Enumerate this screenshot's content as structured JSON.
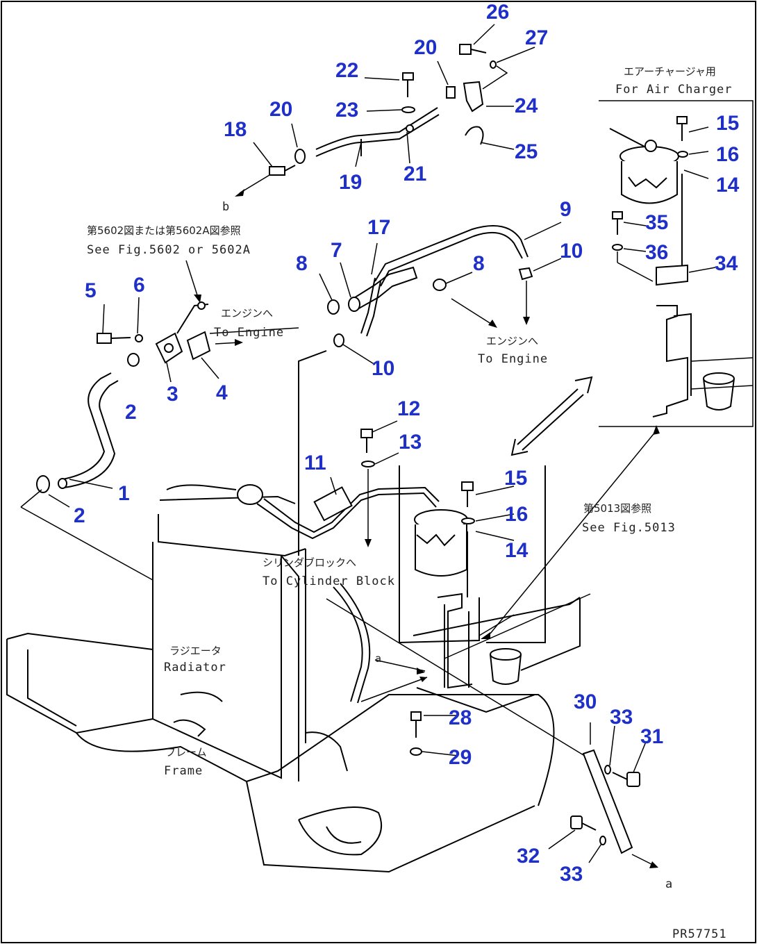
{
  "drawing_id": "PR57751",
  "callouts": [
    {
      "id": "c1",
      "label": "1"
    },
    {
      "id": "c2a",
      "label": "2"
    },
    {
      "id": "c2b",
      "label": "2"
    },
    {
      "id": "c3",
      "label": "3"
    },
    {
      "id": "c4",
      "label": "4"
    },
    {
      "id": "c5",
      "label": "5"
    },
    {
      "id": "c6",
      "label": "6"
    },
    {
      "id": "c7",
      "label": "7"
    },
    {
      "id": "c8a",
      "label": "8"
    },
    {
      "id": "c8b",
      "label": "8"
    },
    {
      "id": "c9",
      "label": "9"
    },
    {
      "id": "c10a",
      "label": "10"
    },
    {
      "id": "c10b",
      "label": "10"
    },
    {
      "id": "c11",
      "label": "11"
    },
    {
      "id": "c12",
      "label": "12"
    },
    {
      "id": "c13",
      "label": "13"
    },
    {
      "id": "c14a",
      "label": "14"
    },
    {
      "id": "c14b",
      "label": "14"
    },
    {
      "id": "c15a",
      "label": "15"
    },
    {
      "id": "c15b",
      "label": "15"
    },
    {
      "id": "c16a",
      "label": "16"
    },
    {
      "id": "c16b",
      "label": "16"
    },
    {
      "id": "c17",
      "label": "17"
    },
    {
      "id": "c18",
      "label": "18"
    },
    {
      "id": "c19",
      "label": "19"
    },
    {
      "id": "c20a",
      "label": "20"
    },
    {
      "id": "c20b",
      "label": "20"
    },
    {
      "id": "c21",
      "label": "21"
    },
    {
      "id": "c22",
      "label": "22"
    },
    {
      "id": "c23",
      "label": "23"
    },
    {
      "id": "c24",
      "label": "24"
    },
    {
      "id": "c25",
      "label": "25"
    },
    {
      "id": "c26",
      "label": "26"
    },
    {
      "id": "c27",
      "label": "27"
    },
    {
      "id": "c28",
      "label": "28"
    },
    {
      "id": "c29",
      "label": "29"
    },
    {
      "id": "c30",
      "label": "30"
    },
    {
      "id": "c31",
      "label": "31"
    },
    {
      "id": "c32",
      "label": "32"
    },
    {
      "id": "c33a",
      "label": "33"
    },
    {
      "id": "c33b",
      "label": "33"
    },
    {
      "id": "c34",
      "label": "34"
    },
    {
      "id": "c35",
      "label": "35"
    },
    {
      "id": "c36",
      "label": "36"
    }
  ],
  "notes": {
    "air_charger_jp": "エアーチャージャ用",
    "air_charger_en": "For Air Charger",
    "see_fig_5602_jp": "第5602図または第5602A図参照",
    "see_fig_5602_en": "See Fig.5602 or 5602A",
    "to_engine_1_jp": "エンジンへ",
    "to_engine_1_en": "To Engine",
    "to_engine_2_jp": "エンジンへ",
    "to_engine_2_en": "To Engine",
    "to_cylinder_jp": "シリンダブロックへ",
    "to_cylinder_en": "To Cylinder Block",
    "see_fig_5013_jp": "第5013図参照",
    "see_fig_5013_en": "See Fig.5013",
    "radiator_jp": "ラジエータ",
    "radiator_en": "Radiator",
    "frame_jp": "フレーム",
    "frame_en": "Frame",
    "ref_b": "b",
    "ref_a1": "a",
    "ref_a2": "a"
  }
}
